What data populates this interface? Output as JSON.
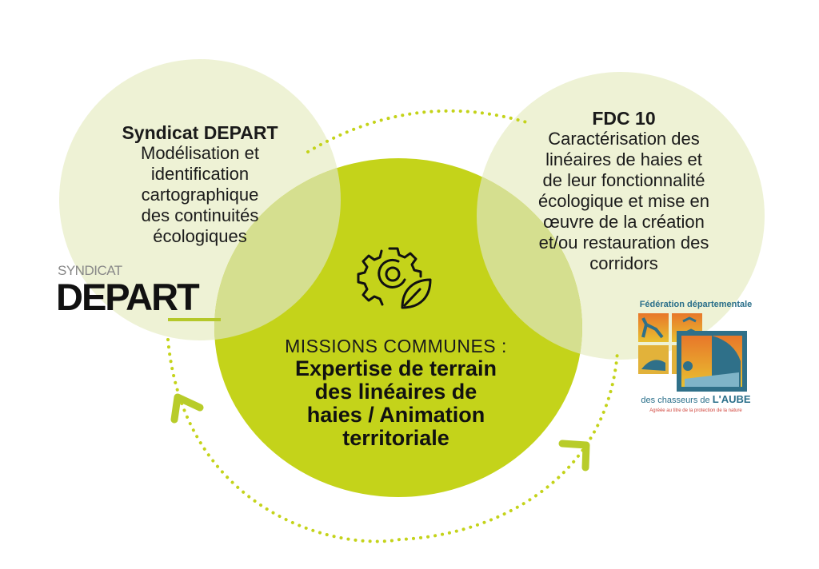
{
  "left": {
    "title": "Syndicat DEPART",
    "lines": [
      "Modélisation et",
      "identification",
      "cartographique",
      "des continuités",
      "écologiques"
    ]
  },
  "right": {
    "title": "FDC 10",
    "lines": [
      "Caractérisation des",
      "linéaires de haies et",
      "de leur fonctionnalité",
      "écologique et mise en",
      "œuvre de la création",
      "et/ou restauration des",
      "corridors"
    ]
  },
  "center": {
    "heading": "MISSIONS COMMUNES :",
    "lines": [
      "Expertise de terrain",
      "des linéaires de",
      "haies / Animation",
      "territoriale"
    ],
    "icon": "gear-leaf-icon"
  },
  "logos": {
    "depart": {
      "small": "SYNDICAT",
      "big": "DEPART"
    },
    "fdc": {
      "top": "Fédération départementale",
      "bottom_prefix": "des chasseurs de ",
      "bottom_strong": "L'AUBE",
      "subtitle": "Agréée au titre de la protection de la nature"
    }
  },
  "colors": {
    "accent": "#c4d31a",
    "light": "#eef2d5",
    "overlap": "#d5df8f",
    "arrow": "#b8cc2a"
  }
}
